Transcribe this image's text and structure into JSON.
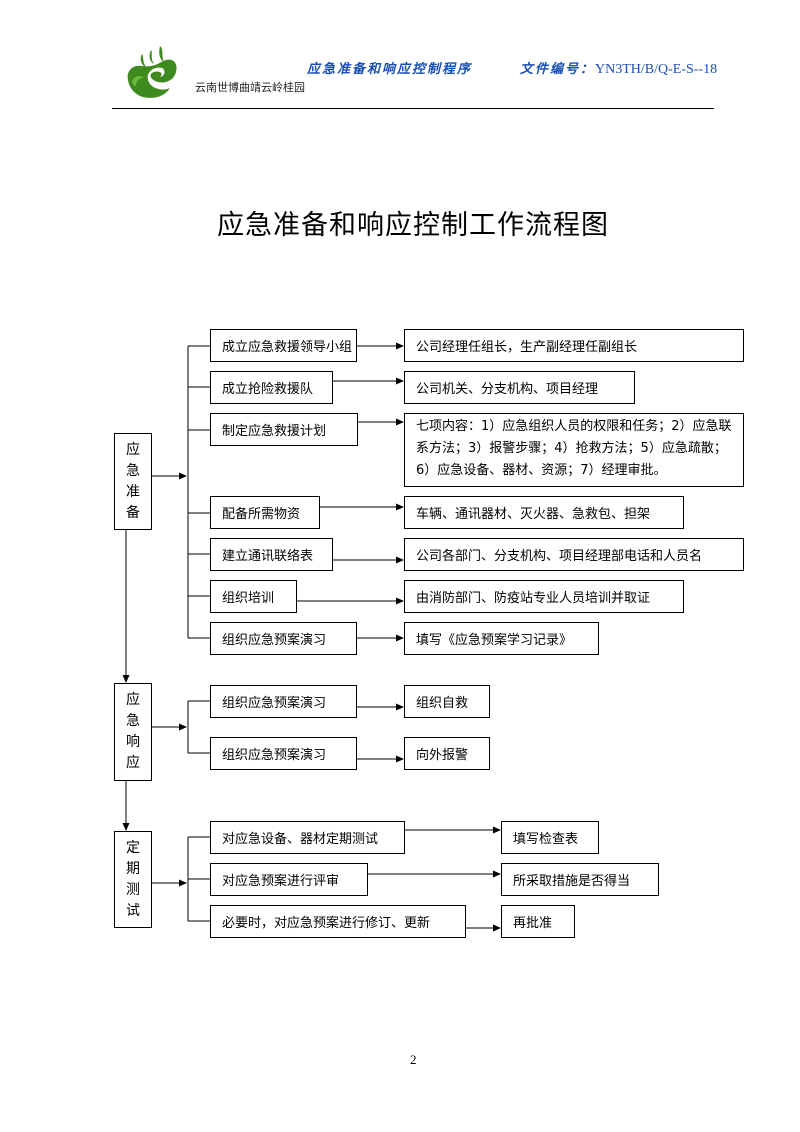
{
  "header": {
    "program_title": "应急准备和响应控制程序",
    "doc_number_label": "文件编号：",
    "doc_number": "YN3TH/B/Q-E-S--18",
    "company": "云南世博曲靖云岭桂园",
    "logo": "green-swirl-logo"
  },
  "title": "应急准备和响应控制工作流程图",
  "phases": {
    "prepare": "应急准备",
    "respond": "应急响应",
    "test": "定期测试"
  },
  "prepare_steps": [
    {
      "action": "成立应急救援领导小组",
      "detail": "公司经理任组长，生产副经理任副组长"
    },
    {
      "action": "成立抢险救援队",
      "detail": "公司机关、分支机构、项目经理"
    },
    {
      "action": "制定应急救援计划",
      "detail": "七项内容：1）应急组织人员的权限和任务；2）应急联系方法；3）报警步骤；4）抢救方法；5）应急疏散；6）应急设备、器材、资源；7）经理审批。"
    },
    {
      "action": "配备所需物资",
      "detail": "车辆、通讯器材、灭火器、急救包、担架"
    },
    {
      "action": "建立通讯联络表",
      "detail": "公司各部门、分支机构、项目经理部电话和人员名"
    },
    {
      "action": "组织培训",
      "detail": "由消防部门、防疫站专业人员培训并取证"
    },
    {
      "action": "组织应急预案演习",
      "detail": "填写《应急预案学习记录》"
    }
  ],
  "respond_steps": [
    {
      "action": "组织应急预案演习",
      "detail": "组织自救"
    },
    {
      "action": "组织应急预案演习",
      "detail": "向外报警"
    }
  ],
  "test_steps": [
    {
      "action": "对应急设备、器材定期测试",
      "detail": "填写检查表"
    },
    {
      "action": "对应急预案进行评审",
      "detail": "所采取措施是否得当"
    },
    {
      "action": "必要时，对应急预案进行修订、更新",
      "detail": "再批准"
    }
  ],
  "page_number": "2",
  "colors": {
    "header_blue": "#1a4fb5",
    "logo_green": "#3e8a1e"
  }
}
